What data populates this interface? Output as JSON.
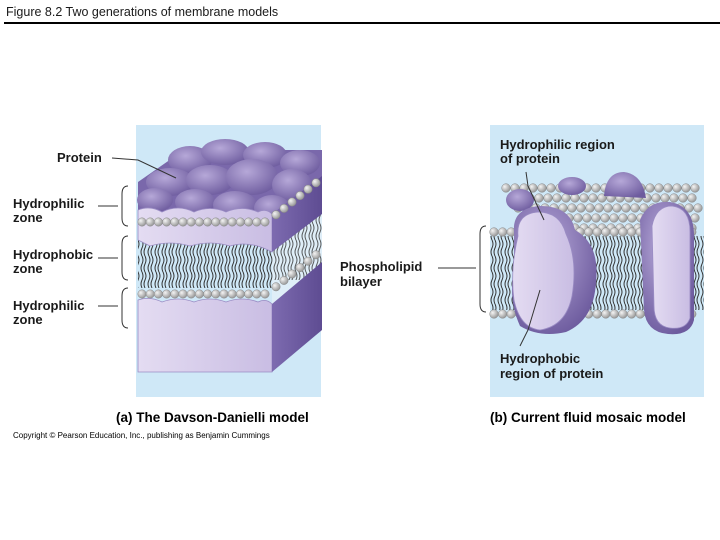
{
  "header": {
    "title": "Figure 8.2  Two generations of membrane models"
  },
  "labels": {
    "protein": "Protein",
    "hydrophilic_top_1": "Hydrophilic",
    "hydrophilic_top_2": "zone",
    "hydrophobic_1": "Hydrophobic",
    "hydrophobic_2": "zone",
    "hydrophilic_bottom_1": "Hydrophilic",
    "hydrophilic_bottom_2": "zone",
    "phospholipid_1": "Phospholipid",
    "phospholipid_2": "bilayer",
    "hydrophilic_region_1": "Hydrophilic region",
    "hydrophilic_region_2": "of  protein",
    "hydrophobic_region_1": "Hydrophobic",
    "hydrophobic_region_2": "region of protein"
  },
  "captions": {
    "a": "(a)  The Davson-Danielli model",
    "b": "(b)  Current fluid mosaic model"
  },
  "copyright": "Copyright © Pearson Education, Inc., publishing as Benjamin Cummings",
  "colors": {
    "panel_bg": "#cfe8f7",
    "protein_dark": "#8a78b8",
    "protein_light": "#d9d0ec",
    "lipid_head": "#c8c8c8"
  }
}
